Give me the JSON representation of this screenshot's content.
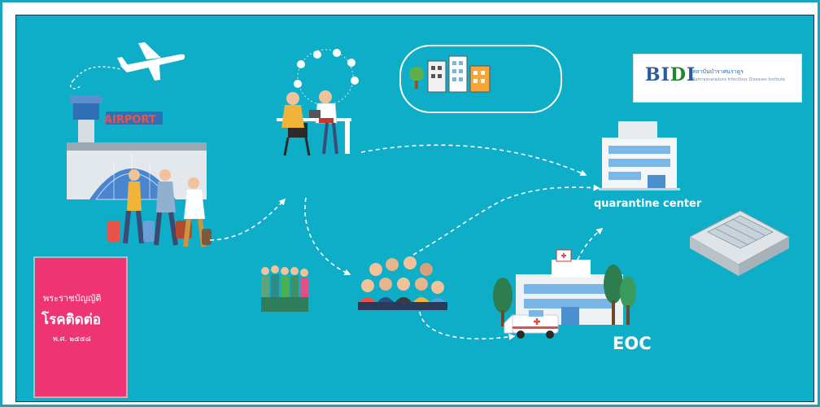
{
  "labels": {
    "airport_sign": "AIRPORT",
    "quarantine_center": "quarantine center",
    "eoc": "EOC",
    "book_line1": "พระราชบัญญัติ",
    "book_line2": "โรคติดต่อ",
    "book_line3": "พ.ศ. ๒๕๕๘",
    "bidi_logo_b": "B",
    "bidi_logo_i": "I",
    "bidi_logo_d": "D",
    "bidi_logo_i2": "I",
    "bidi_thai": "สถาบันบำราศนราดูร",
    "bidi_english": "Bamrasnaradura Infectious Diseases Institute"
  },
  "colors": {
    "background": "#0eaec9",
    "frame": "#16a6bd",
    "book": "#ee3472",
    "airport_sign": "#e8534a",
    "arrow": "#ffffff"
  },
  "icons": [
    "airplane-icon",
    "airport-icon",
    "travelers-icon",
    "consultation-icon",
    "environment-icon",
    "quarantine-building-icon",
    "isolation-ward-icon",
    "hospital-icon",
    "ambulance-icon",
    "healthcare-workers-icon",
    "crowd-icon",
    "law-book-icon",
    "bidi-logo"
  ]
}
